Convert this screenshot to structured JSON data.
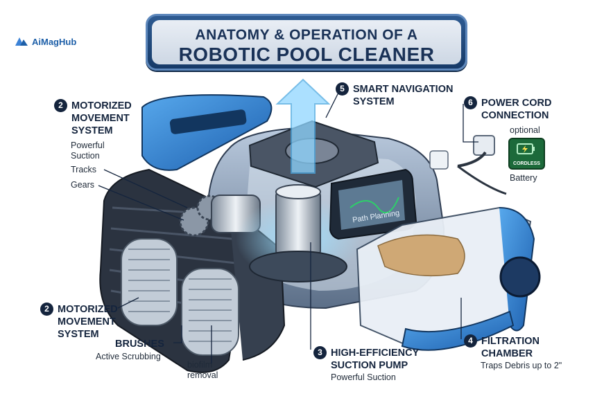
{
  "brand": {
    "logo_text": "AiMagHub"
  },
  "title": {
    "line1": "ANATOMY & OPERATION OF A",
    "line2": "ROBOTIC POOL CLEANER"
  },
  "callouts": {
    "motorized_top": {
      "number": "2",
      "title": [
        "MOTORIZED",
        "MOVEMENT",
        "SYSTEM"
      ],
      "detail": [
        "Powerful",
        "Suction"
      ],
      "parts": [
        "Tracks",
        "Gears"
      ]
    },
    "motorized_bottom": {
      "number": "2",
      "title": [
        "MOTORIZED",
        "MOVEMENT",
        "SYSTEM"
      ]
    },
    "brushes": {
      "title": "BRUSHES",
      "detail": "Active Scrubbing",
      "extra": [
        "biofilm",
        "removal"
      ]
    },
    "suction_pump": {
      "number": "3",
      "title": [
        "HIGH-EFFICIENCY",
        "SUCTION PUMP"
      ],
      "detail": "Powerful Suction"
    },
    "filtration": {
      "number": "4",
      "title": [
        "FILTRATION",
        "CHAMBER"
      ],
      "detail": "Traps Debris up to 2\""
    },
    "navigation": {
      "number": "5",
      "title": [
        "SMART NAVIGATION",
        "SYSTEM"
      ],
      "screen_label": "Path Planning"
    },
    "power": {
      "number": "6",
      "title": [
        "POWER CORD",
        "CONNECTION"
      ],
      "optional": "optional",
      "badge": "CORDLESS",
      "battery": "Battery"
    }
  },
  "colors": {
    "navy": "#14243d",
    "accent_blue": "#2a7fd4",
    "title_bg": "#1e4678"
  }
}
